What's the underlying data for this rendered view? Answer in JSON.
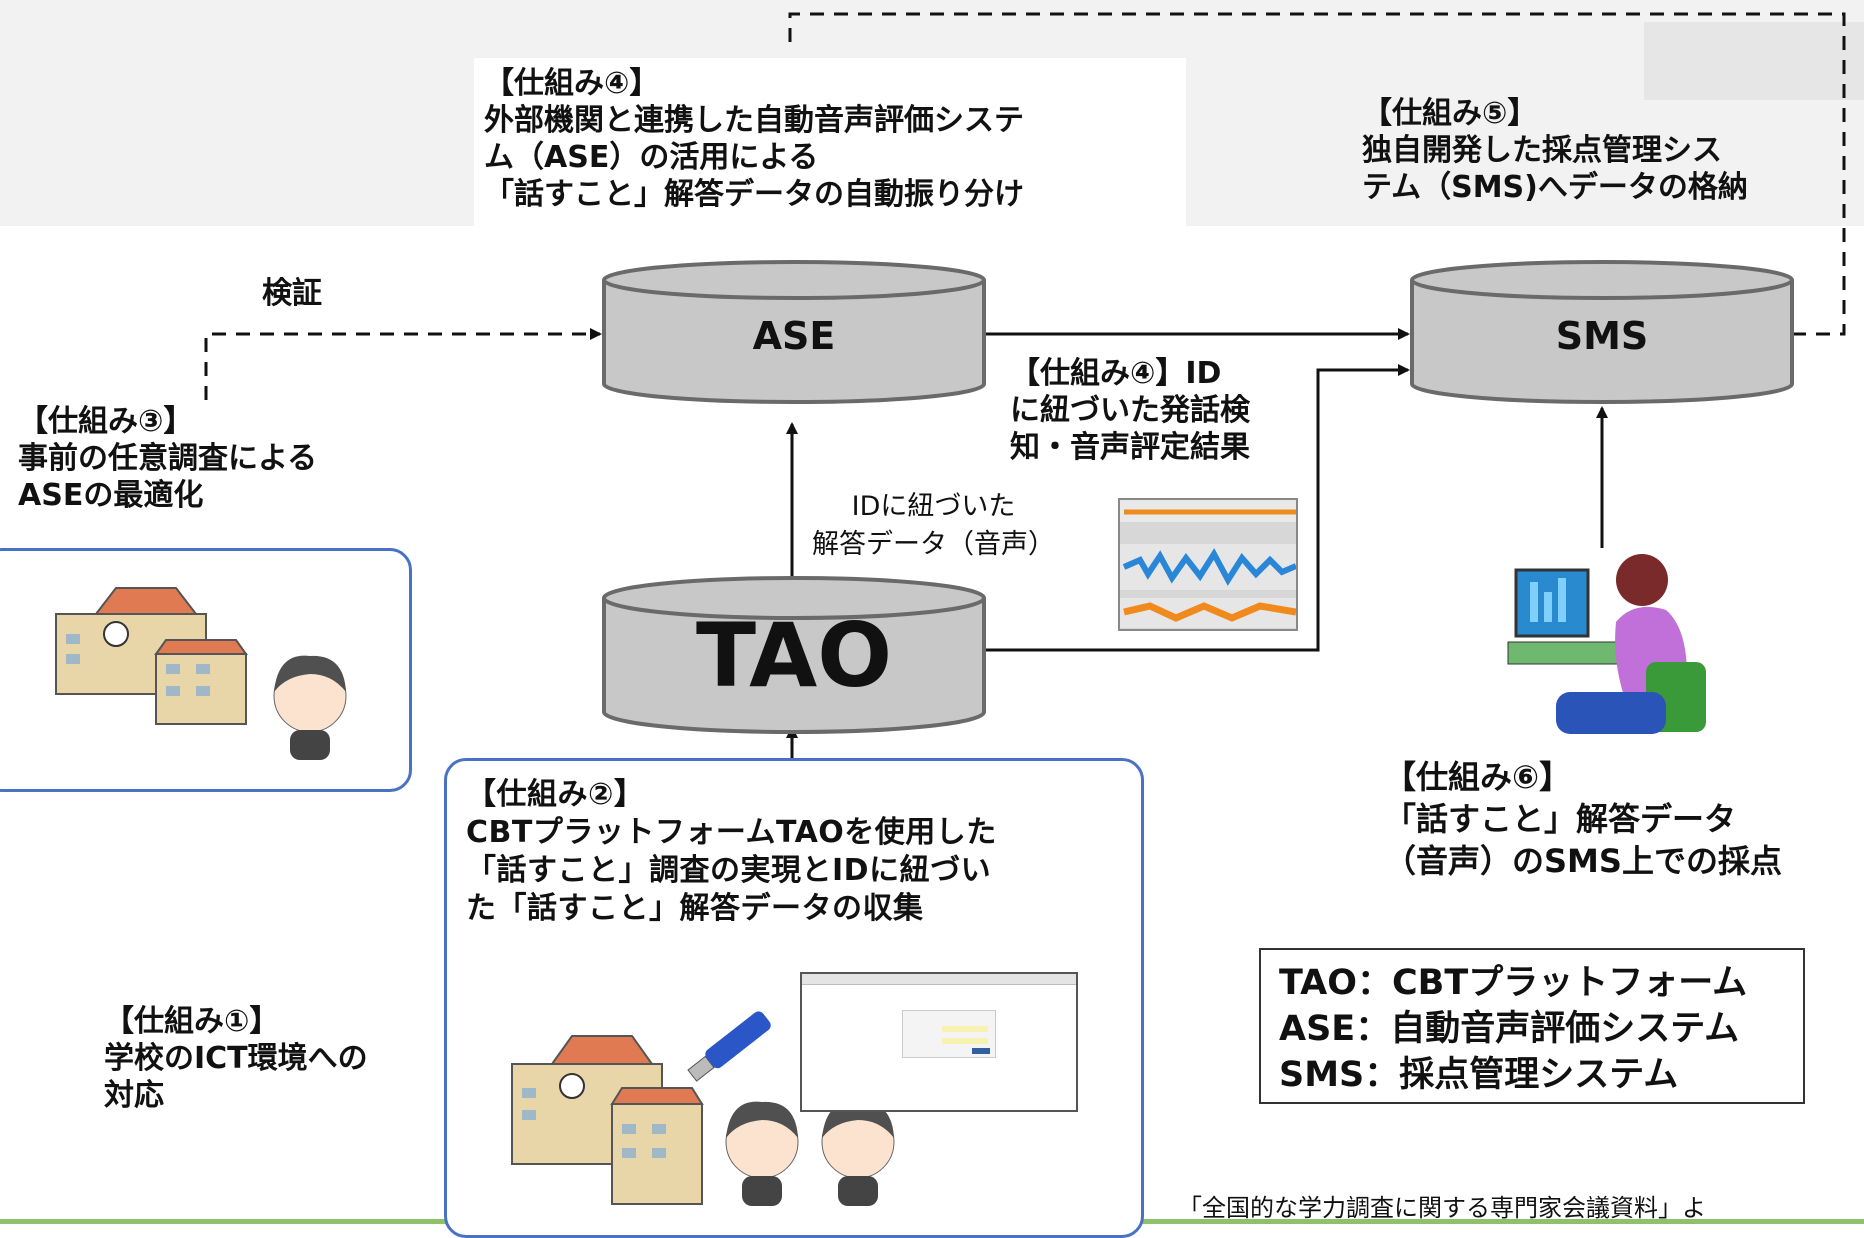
{
  "mechanism4_top": {
    "title": "【仕組み④】",
    "lines": [
      "外部機関と連携した自動音声評価システ",
      "ム（ASE）の活用による",
      "「話すこと」解答データの自動振り分け"
    ]
  },
  "mechanism5": {
    "title": "【仕組み⑤】",
    "lines": [
      "独自開発した採点管理シス",
      "テム（SMS)へデータの格納"
    ]
  },
  "verification_label": "検証",
  "mechanism3": {
    "title": "【仕組み③】",
    "lines": [
      "事前の任意調査による",
      "ASEの最適化"
    ]
  },
  "databases": {
    "ase": "ASE",
    "sms": "SMS",
    "tao": "TAO"
  },
  "mechanism4_mid": {
    "lines": [
      "【仕組み④】ID",
      "に紐づいた発話検",
      "知・音声評定結果"
    ]
  },
  "answer_data_label": {
    "lines": [
      "IDに紐づいた",
      "解答データ（音声）"
    ]
  },
  "mechanism2": {
    "title": "【仕組み②】",
    "lines": [
      "CBTプラットフォームTAOを使用した",
      "「話すこと」調査の実現とIDに紐づい",
      "た「話すこと」解答データの収集"
    ]
  },
  "mechanism1": {
    "title": "【仕組み①】",
    "lines": [
      "学校のICT環境への",
      "対応"
    ]
  },
  "mechanism6": {
    "title": "【仕組み⑥】",
    "lines": [
      "「話すこと」解答データ",
      "（音声）のSMS上での採点"
    ]
  },
  "legend": {
    "lines": [
      "TAO：CBTプラットフォーム",
      "ASE：自動音声評価システム",
      "SMS：採点管理システム"
    ]
  },
  "usb_label": "USB",
  "source": "「全国的な学力調査に関する専門家会議資料」よ",
  "colors": {
    "panel_border": "#4a72c4",
    "db_fill": "#c8c8c8",
    "wave_blue": "#2a86d6",
    "wave_orange": "#f08a1c",
    "bottom_line": "#8fc06a"
  }
}
